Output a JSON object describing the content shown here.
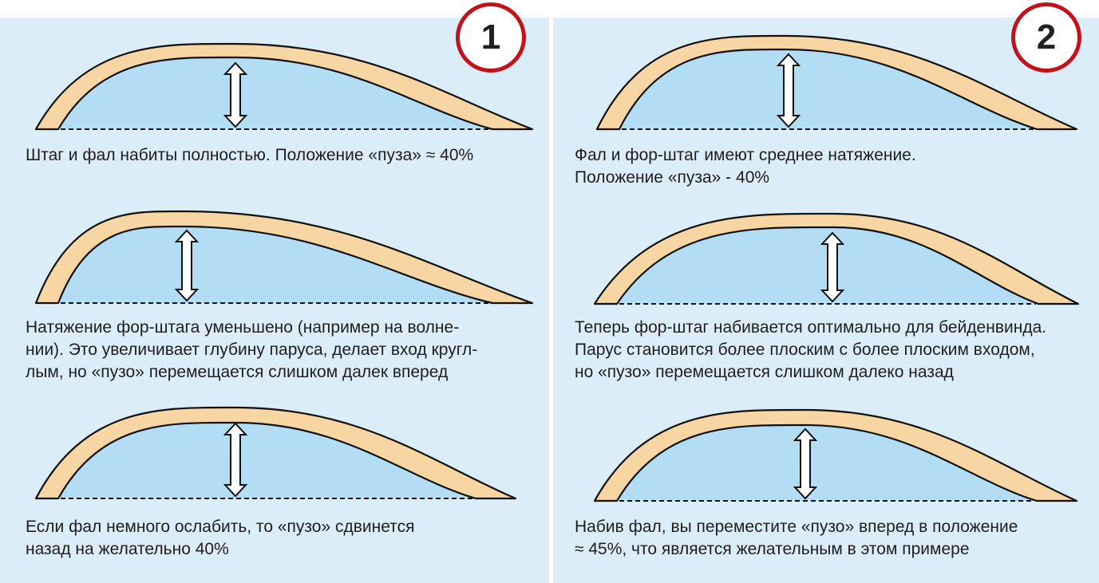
{
  "panels": [
    {
      "badge": "1",
      "items": [
        {
          "caption": [
            "Штаг и фал набиты полностью. Положение «пуза» ≈ 40%"
          ]
        },
        {
          "caption": [
            "Натяжение фор-штага уменьшено (например на волне-",
            "нии). Это увеличивает глубину паруса, делает вход кругл-",
            "лым, но «пузо» перемещается слишком далек вперед"
          ]
        },
        {
          "caption": [
            "Если фал немного ослабить, то «пузо» сдвинется",
            "назад на желательно 40%"
          ]
        }
      ]
    },
    {
      "badge": "2",
      "items": [
        {
          "caption": [
            "Фал и фор-штаг имеют среднее натяжение.",
            "Положение «пуза» - 40%"
          ]
        },
        {
          "caption": [
            "Теперь фор-штаг набивается оптимально для бейденвинда.",
            "Парус становится более плоским с более плоским входом,",
            "но «пузо» перемещается слишком далеко назад"
          ]
        },
        {
          "caption": [
            "Набив фал, вы переместите «пузо» вперед в положение",
            "≈ 45%, что является желательным в этом примере"
          ]
        }
      ]
    }
  ],
  "colors": {
    "panel_bg": "#dcedfa",
    "sail_fill": "#b3ddf5",
    "batten_fill": "#f8d6a4",
    "outline": "#111111",
    "arrow_fill": "#ffffff",
    "badge_ring": "#c0141c"
  }
}
